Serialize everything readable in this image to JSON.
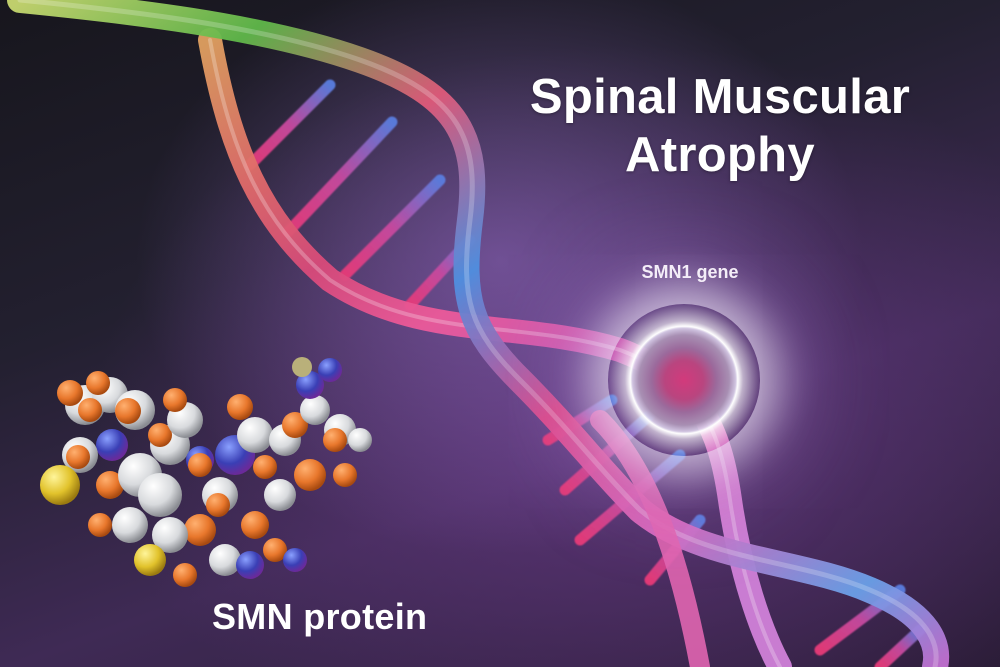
{
  "title": {
    "line1": "Spinal Muscular",
    "line2": "Atrophy"
  },
  "labels": {
    "gene": "SMN1 gene",
    "protein": "SMN protein"
  },
  "elements": {
    "dna_helix": "dna-double-helix-icon",
    "gene_highlight": "glowing-circle-icon",
    "protein_model": "molecule-icon"
  },
  "colors": {
    "background_dark": "#17161d",
    "background_purple": "#3f2a55",
    "glow": "#ffffff",
    "gene_core": "#d23a7c",
    "atom_white": "#e6e8ea",
    "atom_orange": "#e8772c",
    "atom_blue": "#3a3fb5",
    "atom_yellow": "#e1c22b"
  }
}
